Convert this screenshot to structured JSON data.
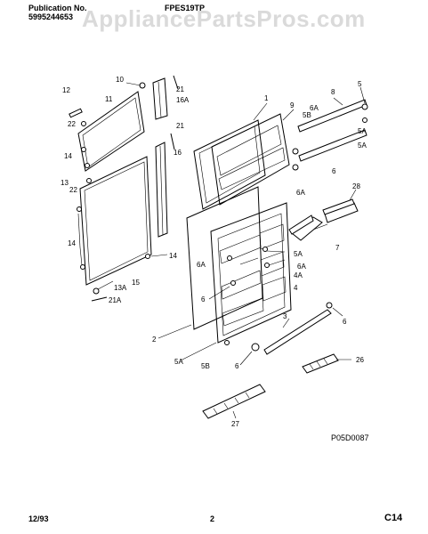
{
  "header": {
    "publication_label": "Publication No.",
    "publication_number": "5995244653",
    "model": "FPES19TP"
  },
  "watermark": "AppliancePartsPros.com",
  "diagram_code": "P05D0087",
  "footer": {
    "date": "12/93",
    "page": "2",
    "section": "C14"
  },
  "callouts": [
    "1",
    "2",
    "3",
    "4",
    "4A",
    "5",
    "5A",
    "5A",
    "5A",
    "5A",
    "5B",
    "5B",
    "6",
    "6",
    "6",
    "6",
    "6A",
    "6A",
    "6A",
    "6A",
    "7",
    "8",
    "9",
    "10",
    "11",
    "12",
    "13",
    "13A",
    "14",
    "14",
    "14",
    "15",
    "16",
    "16A",
    "21",
    "21",
    "21A",
    "22",
    "22",
    "26",
    "27",
    "28"
  ]
}
